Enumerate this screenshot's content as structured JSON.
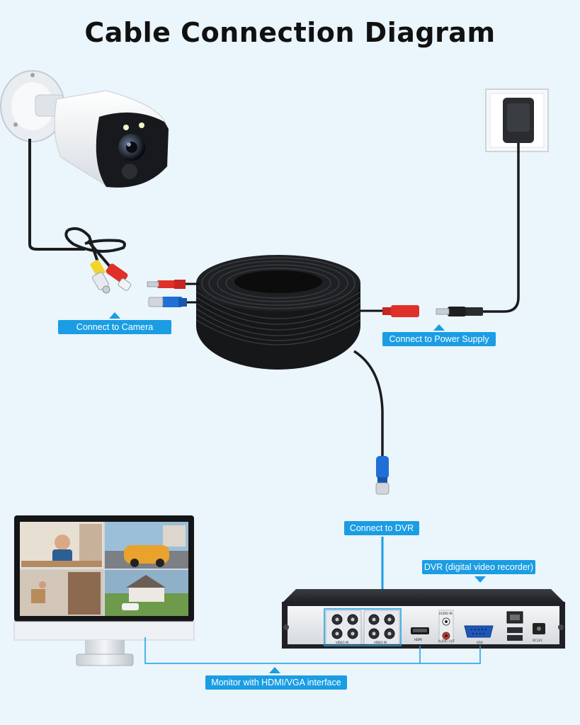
{
  "title": "Cable Connection Diagram",
  "labels": {
    "camera": "Connect to Camera",
    "power": "Connect to Power Supply",
    "dvr_connect": "Connect to DVR",
    "dvr": "DVR (digital video recorder)",
    "monitor": "Monitor with HDMI/VGA interface"
  },
  "dvr_panel": {
    "video_in_1": "VIDEO IN",
    "video_in_2": "VIDEO IN",
    "hdmi": "HDMI",
    "vga": "VGA",
    "dc": "DC12V",
    "audio_in": "AUDIO IN",
    "audio_out": "AUDIO OUT"
  },
  "colors": {
    "background": "#eaf5fc",
    "label_bg": "#1a9de3",
    "connector_red": "#e0302a",
    "connector_blue": "#1f6fd6",
    "cable": "#111111"
  }
}
